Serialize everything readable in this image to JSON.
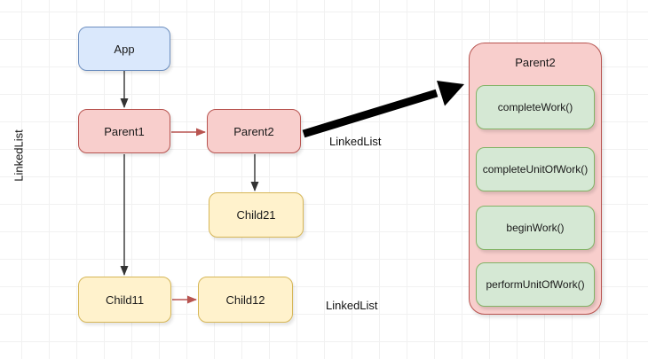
{
  "diagram": {
    "nodes": {
      "app": {
        "label": "App",
        "fill": "#dae8fc",
        "border": "#6c8ebf"
      },
      "parent1": {
        "label": "Parent1",
        "fill": "#f8cecc",
        "border": "#b85450"
      },
      "parent2": {
        "label": "Parent2",
        "fill": "#f8cecc",
        "border": "#b85450"
      },
      "child21": {
        "label": "Child21",
        "fill": "#fff2cc",
        "border": "#d6b656"
      },
      "child11": {
        "label": "Child11",
        "fill": "#fff2cc",
        "border": "#d6b656"
      },
      "child12": {
        "label": "Child12",
        "fill": "#fff2cc",
        "border": "#d6b656"
      }
    },
    "detail": {
      "title": "Parent2",
      "fill": "#f8cecc",
      "border": "#b85450",
      "methods": [
        "completeWork()",
        "completeUnitOfWork()",
        "beginWork()",
        "performUnitOfWork()"
      ],
      "method_fill": "#d5e8d4",
      "method_border": "#82b366"
    },
    "labels": {
      "left_vertical": "LinkedList",
      "arrow_caption": "LinkedList",
      "bottom": "LinkedList"
    },
    "edges": {
      "app_to_parent1": {
        "color": "#333333",
        "style": "thin"
      },
      "parent1_to_parent2": {
        "color": "#b85450",
        "style": "thin"
      },
      "parent1_to_child11": {
        "color": "#333333",
        "style": "thin"
      },
      "parent2_to_child21": {
        "color": "#333333",
        "style": "thin"
      },
      "child11_to_child12": {
        "color": "#b85450",
        "style": "thin"
      },
      "parent2_to_detail": {
        "color": "#000000",
        "style": "thick"
      }
    }
  }
}
